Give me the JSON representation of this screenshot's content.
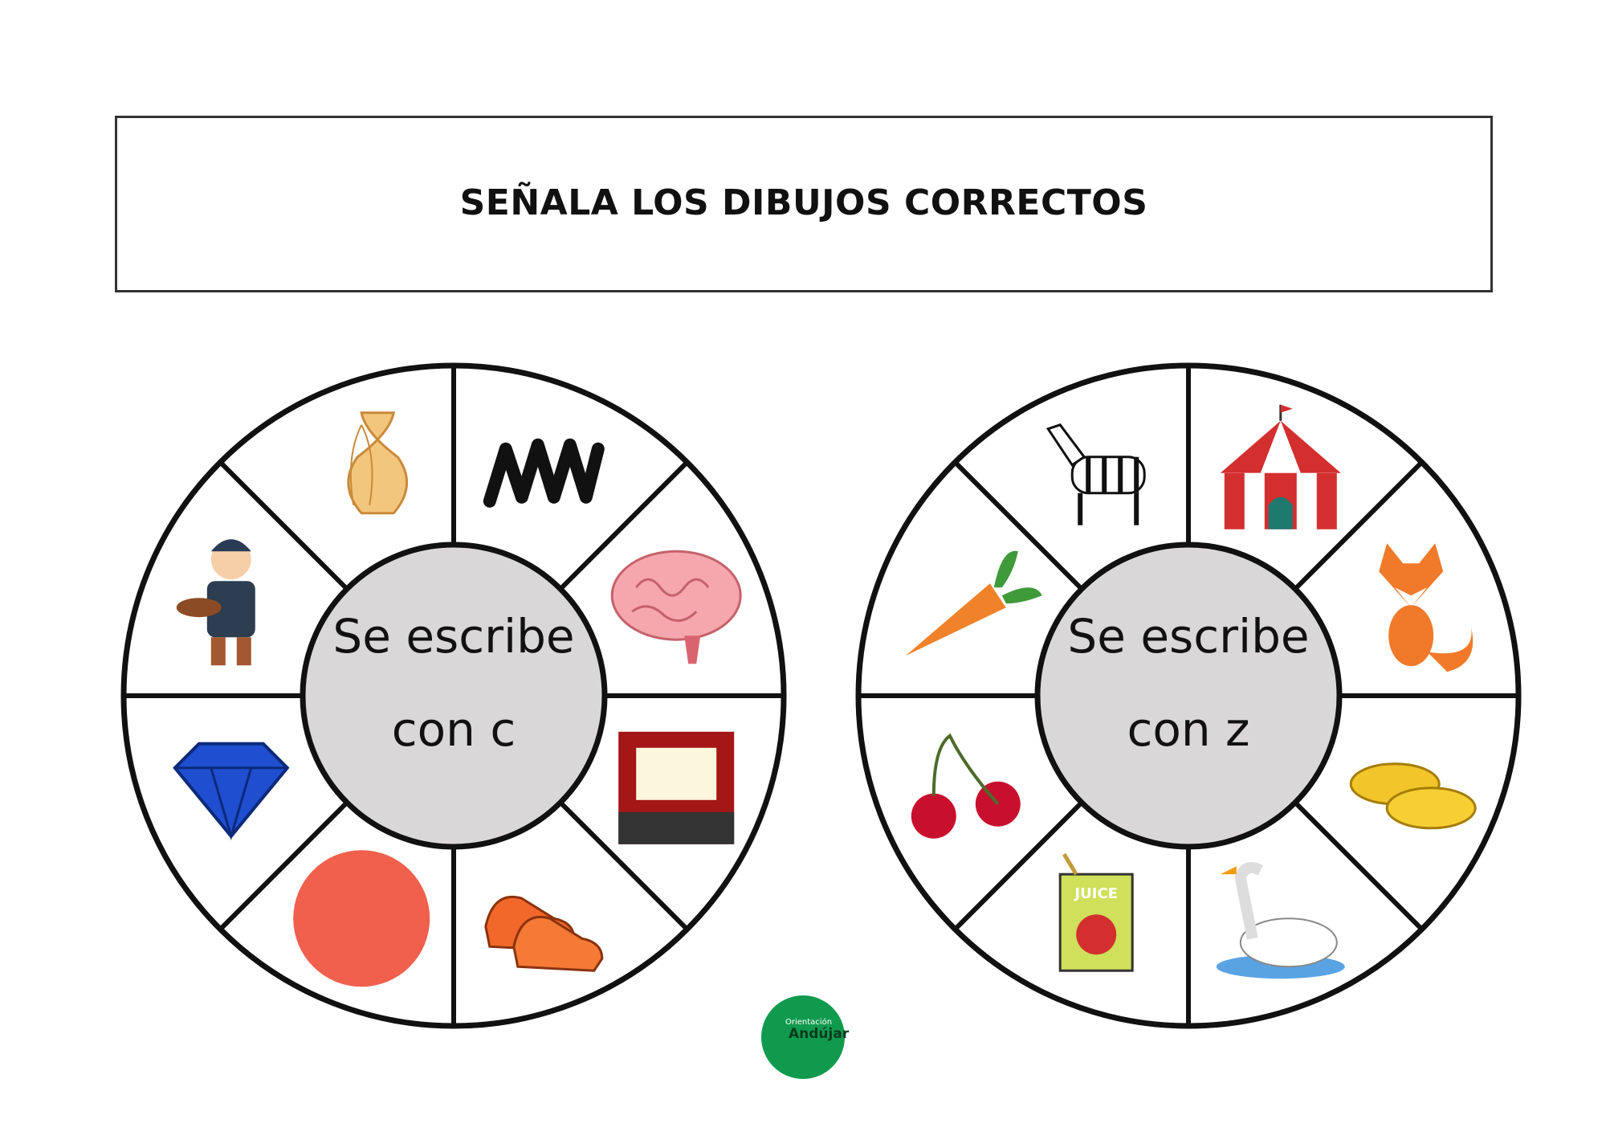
{
  "title": "SEÑALA LOS DIBUJOS CORRECTOS",
  "wheels": [
    {
      "center_line1": "Se escribe",
      "center_line2": "con c",
      "items": [
        "zigzag-icon",
        "brain-icon",
        "cinema-icon",
        "shoes-icon",
        "red-circle-icon",
        "diamond-icon",
        "shoemaker-icon",
        "onion-icon"
      ]
    },
    {
      "center_line1": "Se escribe",
      "center_line2": "con z",
      "items": [
        "circus-tent-icon",
        "fox-icon",
        "clogs-icon",
        "swan-icon",
        "juice-box-icon",
        "cherries-icon",
        "carrot-icon",
        "zebra-icon"
      ]
    }
  ],
  "logo": {
    "line1": "Orientación",
    "line2": "Andújar"
  },
  "colors": {
    "center_fill": "#d9d7d7",
    "logo_green": "#0f9a4d"
  }
}
